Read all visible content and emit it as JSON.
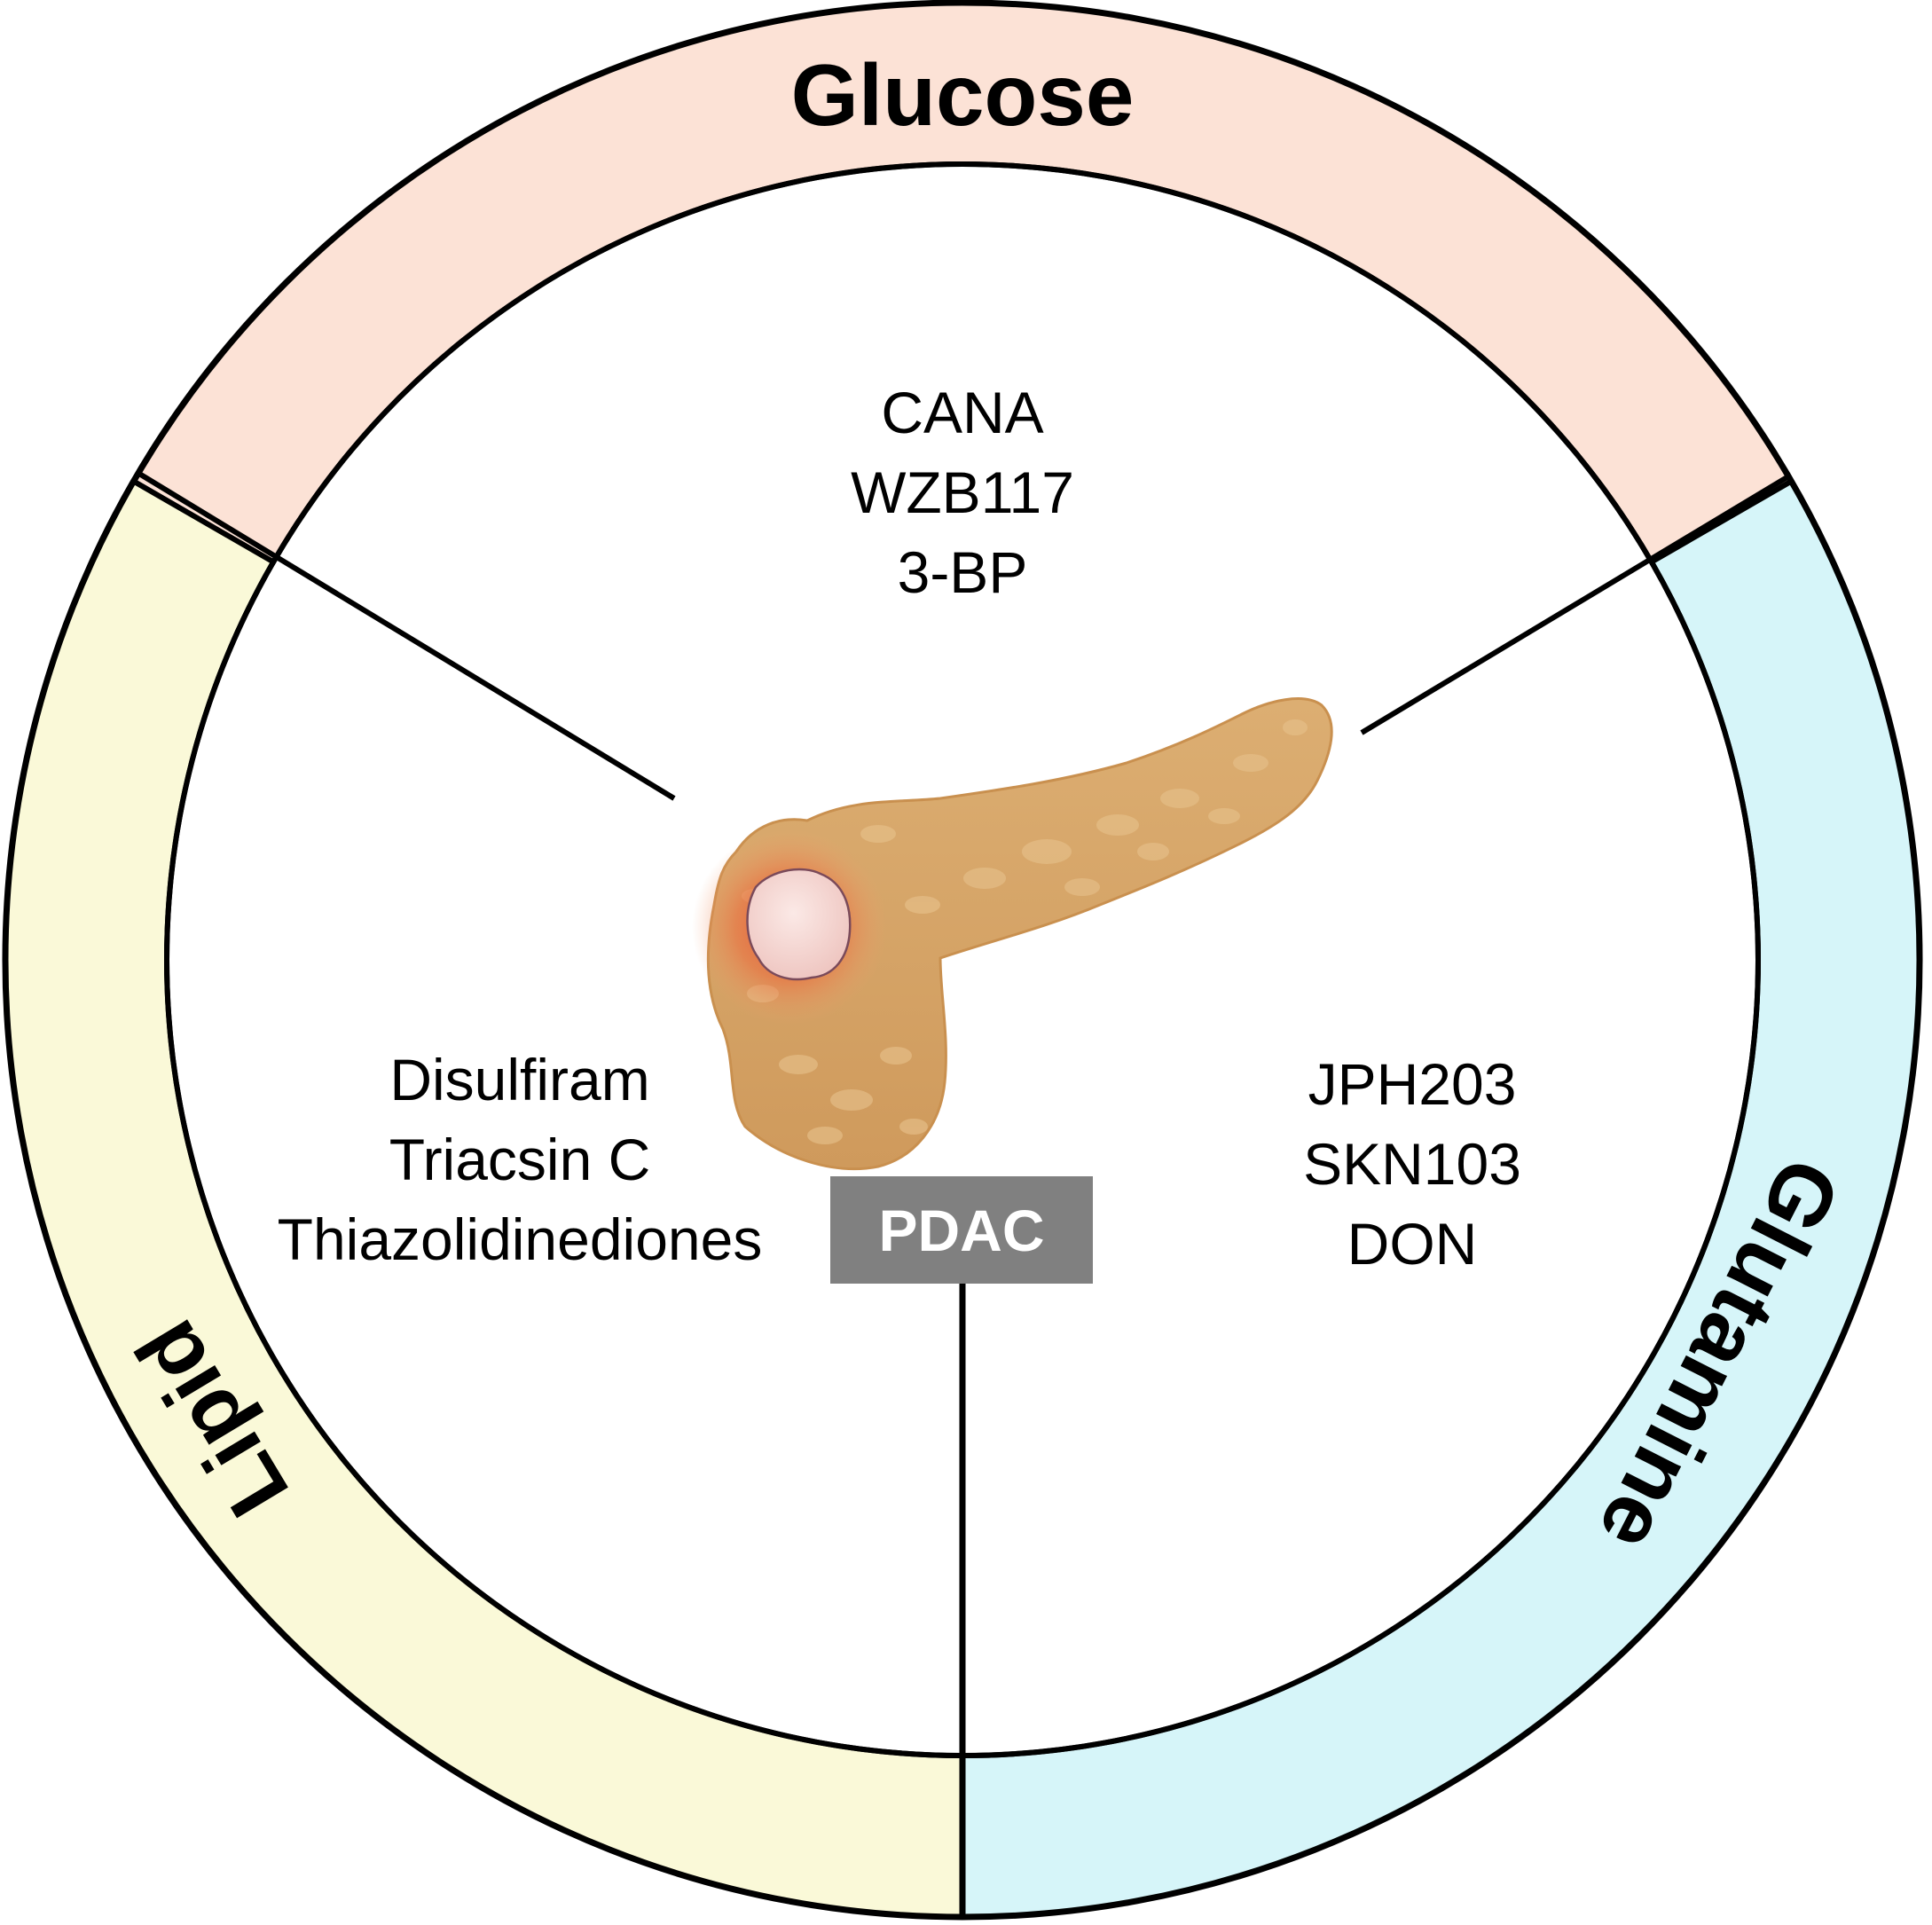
{
  "title": "Metabolic targets in PDAC",
  "center": {
    "label": "PDAC",
    "illustration": "pancreas-with-tumor",
    "badge_color": "#808080"
  },
  "sectors": [
    {
      "name": "Glucose",
      "color": "#FCE2D6",
      "drugs": [
        "CANA",
        "WZB117",
        "3-BP"
      ]
    },
    {
      "name": "Glutamine",
      "color": "#D6F5F9",
      "drugs": [
        "JPH203",
        "SKN103",
        "DON"
      ]
    },
    {
      "name": "Lipid",
      "color": "#FAF9D8",
      "drugs": [
        "Disulfiram",
        "Triacsin C",
        "Thiazolidinediones"
      ]
    }
  ]
}
